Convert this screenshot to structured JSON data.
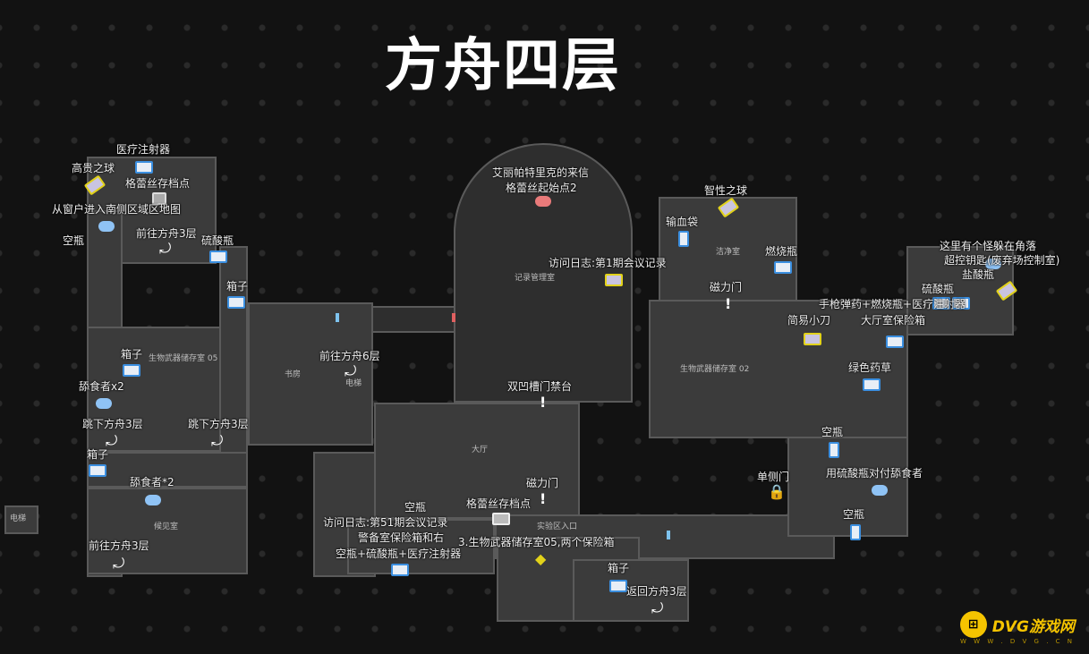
{
  "title": "方舟四层",
  "labels": [
    "医疗注射器",
    "高贵之球",
    "格蕾丝存档点",
    "从窗户进入南侧区域区地图",
    "空瓶",
    "前往方舟3层",
    "硫酸瓶",
    "箱子",
    "箱子",
    "舔食者x2",
    "跳下方舟3层",
    "跳下方舟3层",
    "箱子",
    "舔食者*2",
    "前往方舟3层",
    "前往方舟6层",
    "艾丽帕特里克的来信",
    "格蕾丝起始点2",
    "访问日志:第1期会议记录",
    "双凹槽门禁台",
    "磁力门",
    "格蕾丝存档点",
    "空瓶",
    "访问日志:第51期会议记录",
    "警备室保险箱和右",
    "3.生物武器储存室05,两个保险箱",
    "空瓶+硫酸瓶+医疗注射器",
    "箱子",
    "返回方舟3层",
    "智性之球",
    "输血袋",
    "燃烧瓶",
    "磁力门",
    "这里有个怪躲在角落",
    "超控钥匙(废弃场控制室)",
    "盐酸瓶",
    "硫酸瓶",
    "手枪弹药+燃烧瓶+医疗注射器",
    "简易小刀",
    "大厅室保险箱",
    "绿色药草",
    "空瓶",
    "单侧门",
    "用硫酸瓶对付舔食者",
    "空瓶"
  ],
  "rooms": [
    "记录管理室",
    "生物武器储存室 05",
    "书房",
    "电梯",
    "大厅",
    "候见室",
    "实验区入口",
    "洁净室",
    "生物武器储存室 02",
    "电梯"
  ],
  "watermark": {
    "name": "DVG游戏网",
    "url": "W W W . D V G . C N"
  }
}
